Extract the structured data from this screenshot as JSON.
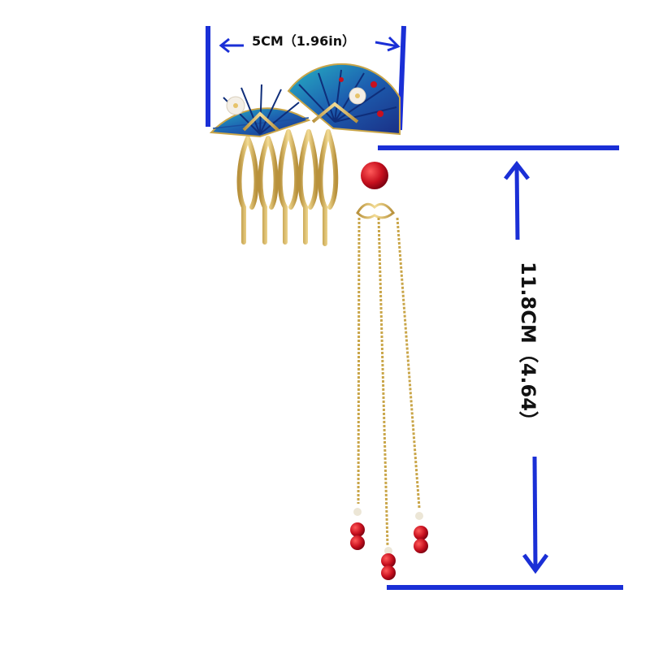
{
  "dimensions": {
    "width_label": "5CM（1.96in）",
    "length_label": "11.8CM（4.64）"
  },
  "colors": {
    "measure_line": "#1a2fd6",
    "text": "#111111",
    "fan_teal": "#1a8fa8",
    "fan_blue": "#1d3f9c",
    "gold": "#d8b35a",
    "bead_red": "#c8101e"
  },
  "product": {
    "icon": "fan-hair-comb-with-tassel"
  }
}
